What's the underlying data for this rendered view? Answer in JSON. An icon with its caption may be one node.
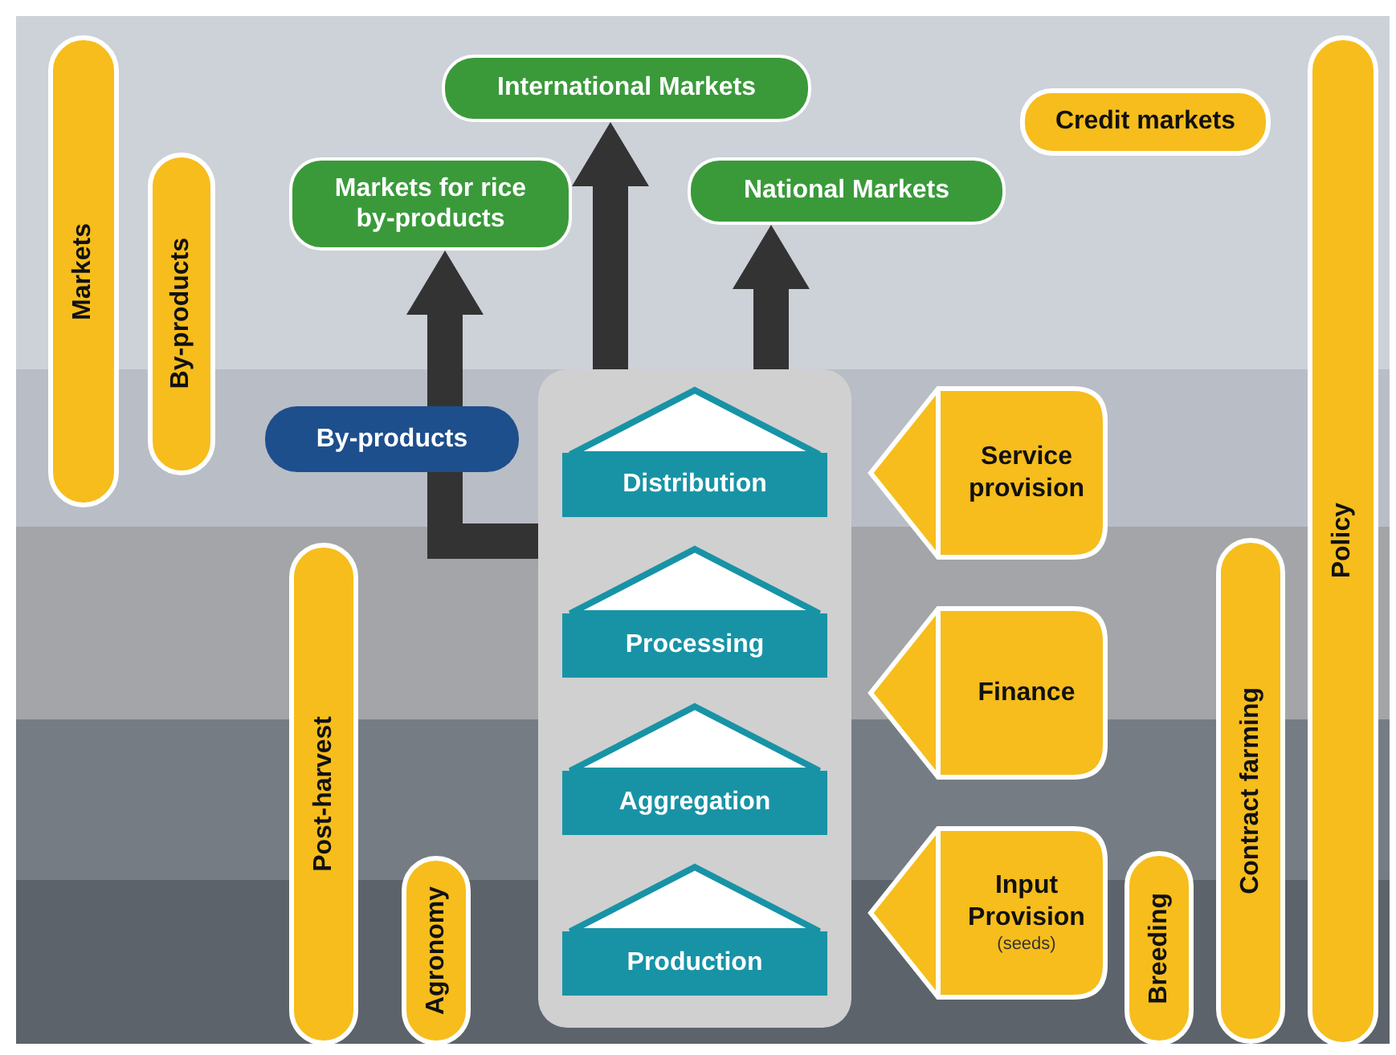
{
  "diagram": {
    "nodes": [
      {
        "text": [
          "Markets"
        ]
      },
      {
        "text": [
          "By-products"
        ]
      },
      {
        "text": [
          "International Markets"
        ]
      },
      {
        "text": [
          "Markets for rice by-products"
        ]
      },
      {
        "text": [
          "National Markets"
        ]
      },
      {
        "text": [
          "Credit markets"
        ]
      },
      {
        "text": [
          "Policy"
        ]
      },
      {
        "text": [],
        "shape": "box"
      },
      {
        "text": [
          "By-products"
        ]
      },
      {
        "text": [
          "Distribution"
        ],
        "in": 7
      },
      {
        "text": [
          "Service provision"
        ]
      },
      {
        "text": [
          "Post-harvest"
        ]
      },
      {
        "text": [
          "Processing"
        ],
        "in": 7
      },
      {
        "text": [
          "Finance"
        ]
      },
      {
        "text": [
          "Contract farming"
        ]
      },
      {
        "text": [
          "Aggregation"
        ],
        "in": 7
      },
      {
        "text": [
          "Input Provision",
          "(seeds)"
        ]
      },
      {
        "text": [
          "Agronomy"
        ]
      },
      {
        "text": [
          "Breeding"
        ]
      },
      {
        "text": [
          "Production"
        ],
        "in": 7
      }
    ],
    "edges": [
      {
        "from": 7,
        "to": 2,
        "arrow": "to"
      },
      {
        "from": 7,
        "to": 4,
        "arrow": "to"
      },
      {
        "from": 7,
        "to": 8,
        "arrow": "none"
      },
      {
        "from": 8,
        "to": 3,
        "arrow": "to"
      }
    ]
  }
}
